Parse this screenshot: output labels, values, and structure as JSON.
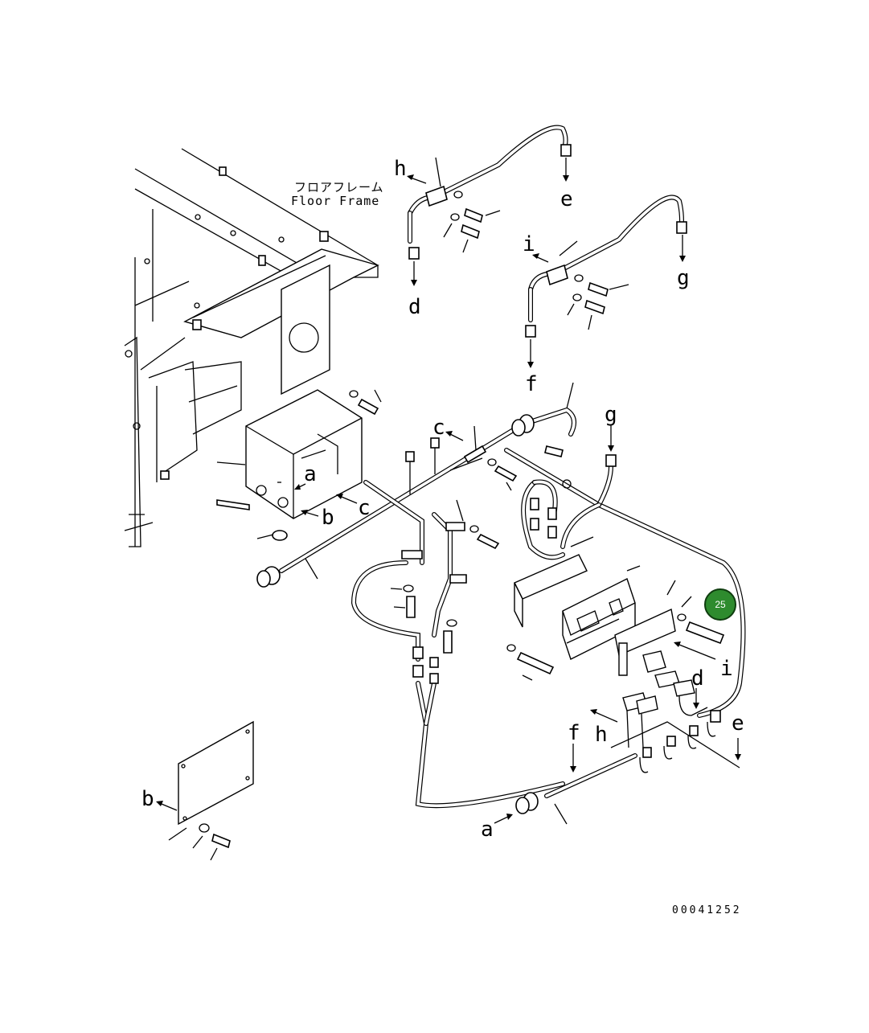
{
  "frame_caption": {
    "jp": "フロアフレーム",
    "en": "Floor Frame"
  },
  "arrow_labels": {
    "a1": "a",
    "a2": "a",
    "b1": "b",
    "b2": "b",
    "c1": "c",
    "c2": "c",
    "d1": "d",
    "d2": "d",
    "e1": "e",
    "e2": "e",
    "f1": "f",
    "f2": "f",
    "g1": "g",
    "g2": "g",
    "h1": "h",
    "h2": "h",
    "i1": "i",
    "i2": "i"
  },
  "callout": {
    "number": "25",
    "color": "#2e8b2e"
  },
  "part_number": "00041252"
}
